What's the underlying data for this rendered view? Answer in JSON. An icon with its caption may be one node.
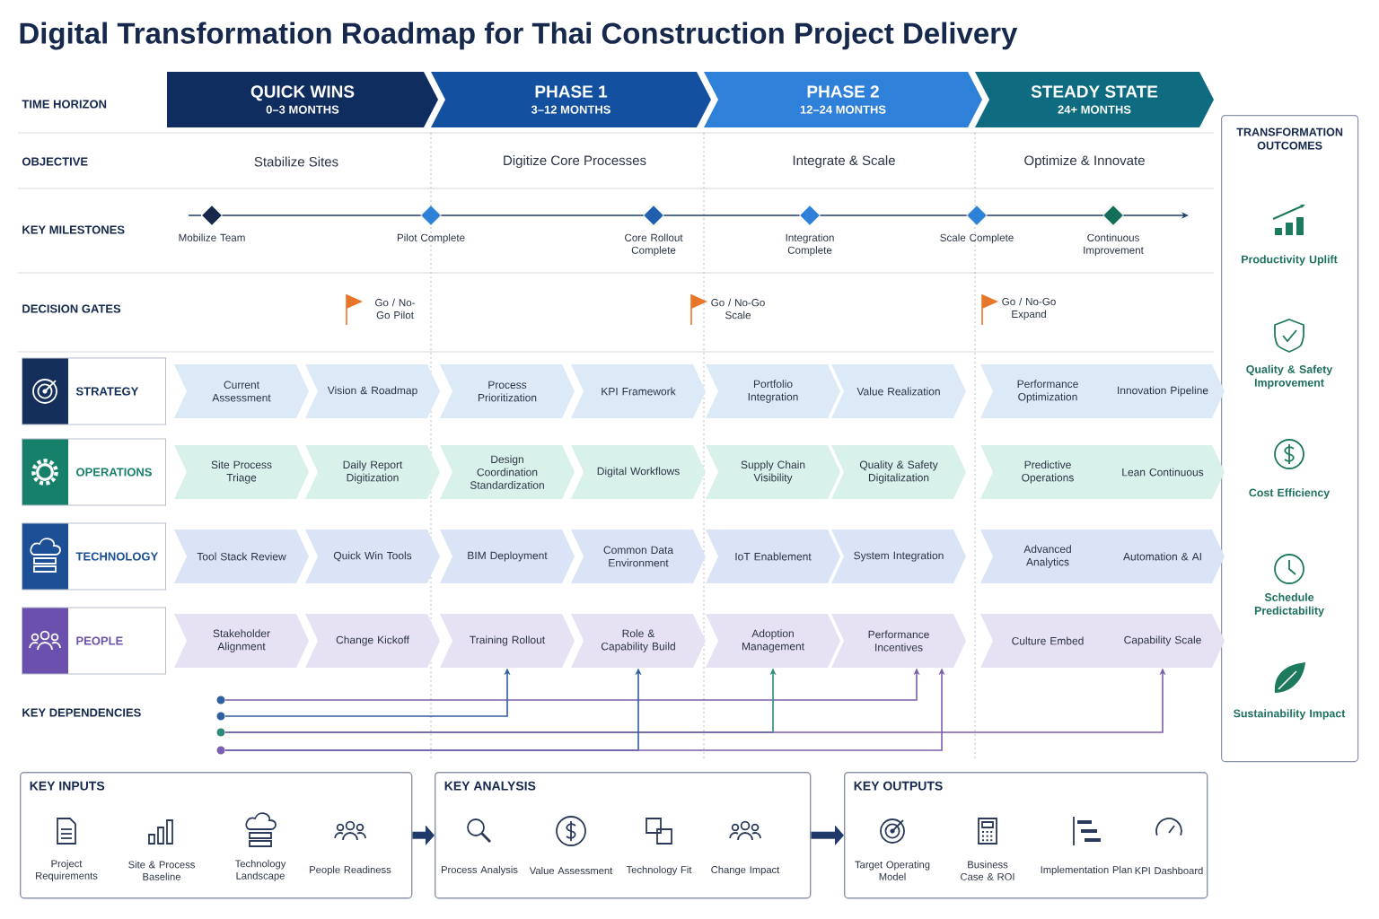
{
  "diagram": {
    "title": "Digital Transformation Roadmap for Thai Construction Project Delivery",
    "nodes": [
      {
        "text": [
          "QUICK WINS",
          "0–3 MONTHS"
        ]
      },
      {
        "text": [
          "PHASE 1",
          "3–12 MONTHS"
        ]
      },
      {
        "text": [
          "PHASE 2",
          "12–24 MONTHS"
        ]
      },
      {
        "text": [
          "STEADY STATE",
          "24+ MONTHS"
        ]
      },
      {
        "text": [],
        "shape": "diamond",
        "beside": [
          "Mobilize Team"
        ]
      },
      {
        "text": [],
        "shape": "diamond",
        "beside": [
          "Pilot Complete"
        ]
      },
      {
        "text": [],
        "shape": "diamond",
        "beside": [
          "Core Rollout Complete"
        ]
      },
      {
        "text": [],
        "shape": "diamond",
        "beside": [
          "Integration Complete"
        ]
      },
      {
        "text": [],
        "shape": "diamond",
        "beside": [
          "Scale Complete"
        ]
      },
      {
        "text": [],
        "shape": "diamond",
        "beside": [
          "Continuous Improvement"
        ]
      },
      {
        "text": [
          "TRANSFORMATION OUTCOMES"
        ]
      },
      {
        "text": [
          "STRATEGY"
        ]
      },
      {
        "text": [
          "Current Assessment"
        ]
      },
      {
        "text": [
          "Vision & Roadmap"
        ]
      },
      {
        "text": [
          "Process Prioritization"
        ]
      },
      {
        "text": [
          "KPI Framework"
        ]
      },
      {
        "text": [
          "Portfolio Integration"
        ]
      },
      {
        "text": [
          "Value Realization"
        ]
      },
      {
        "text": [
          "Performance Optimization"
        ]
      },
      {
        "text": [
          "Innovation Pipeline"
        ]
      },
      {
        "text": [
          "OPERATIONS"
        ]
      },
      {
        "text": [
          "Site Process Triage"
        ]
      },
      {
        "text": [
          "Daily Report Digitization"
        ]
      },
      {
        "text": [
          "Design Coordination Standardization"
        ]
      },
      {
        "text": [
          "Digital Workflows"
        ]
      },
      {
        "text": [
          "Supply Chain Visibility"
        ]
      },
      {
        "text": [
          "Quality & Safety Digitalization"
        ]
      },
      {
        "text": [
          "Predictive Operations"
        ]
      },
      {
        "text": [
          "Lean Continuous"
        ]
      },
      {
        "text": [
          "TECHNOLOGY"
        ]
      },
      {
        "text": [
          "Tool Stack Review"
        ]
      },
      {
        "text": [
          "Quick Win Tools"
        ]
      },
      {
        "text": [
          "BIM Deployment"
        ]
      },
      {
        "text": [
          "Common Data Environment"
        ]
      },
      {
        "text": [
          "IoT Enablement"
        ]
      },
      {
        "text": [
          "System Integration"
        ]
      },
      {
        "text": [
          "Advanced Analytics"
        ]
      },
      {
        "text": [
          "Automation & AI"
        ]
      },
      {
        "text": [
          "PEOPLE"
        ]
      },
      {
        "text": [
          "Stakeholder Alignment"
        ]
      },
      {
        "text": [
          "Change Kickoff"
        ]
      },
      {
        "text": [
          "Training Rollout"
        ]
      },
      {
        "text": [
          "Role & Capability Build"
        ]
      },
      {
        "text": [
          "Adoption Management"
        ]
      },
      {
        "text": [
          "Performance Incentives"
        ]
      },
      {
        "text": [
          "Culture Embed"
        ]
      },
      {
        "text": [
          "Capability Scale"
        ]
      },
      {
        "text": [],
        "shape": "circle"
      },
      {
        "text": [],
        "shape": "circle"
      },
      {
        "text": [],
        "shape": "circle"
      },
      {
        "text": [],
        "shape": "circle"
      },
      {
        "text": [
          "KEY INPUTS"
        ]
      },
      {
        "text": [
          "KEY ANALYSIS"
        ]
      },
      {
        "text": [
          "KEY OUTPUTS"
        ]
      }
    ],
    "edges": [
      {
        "from": 4,
        "to": 5,
        "arrow": "none"
      },
      {
        "from": 5,
        "to": 6,
        "arrow": "none"
      },
      {
        "from": 6,
        "to": 7,
        "arrow": "none"
      },
      {
        "from": 7,
        "to": 8,
        "arrow": "none"
      },
      {
        "from": 8,
        "to": 9,
        "arrow": "none"
      },
      {
        "from": 9,
        "to": null,
        "arrow": "to"
      },
      {
        "from": 47,
        "to": 44,
        "arrow": "to",
        "color": "#7b5fb0"
      },
      {
        "from": 48,
        "to": 41,
        "arrow": "to",
        "color": "#2f5f9f"
      },
      {
        "from": 49,
        "to": 43,
        "arrow": "to",
        "color": "#2e8b7a"
      },
      {
        "from": 49,
        "to": 46,
        "arrow": "to",
        "color": "#7b5fb0"
      },
      {
        "from": 50,
        "to": 42,
        "arrow": "to",
        "color": "#2f5f9f"
      },
      {
        "from": 50,
        "to": 44,
        "arrow": "to",
        "color": "#7b5fb0"
      },
      {
        "from": 51,
        "to": 52,
        "arrow": "to",
        "style": "thick"
      },
      {
        "from": 52,
        "to": 53,
        "arrow": "to",
        "style": "thick"
      }
    ],
    "labels": [
      "TIME HORIZON",
      "OBJECTIVE",
      "Stabilize Sites",
      "Digitize Core Processes",
      "Integrate & Scale",
      "Optimize & Innovate",
      "KEY MILESTONES",
      "DECISION GATES",
      "Go / No-Go Pilot",
      "Go / No-Go Scale",
      "Go / No-Go Expand",
      "KEY DEPENDENCIES",
      "Productivity Uplift",
      "Quality & Safety Improvement",
      "Cost Efficiency",
      "Schedule Predictability",
      "Sustainability Impact",
      "Project Requirements",
      "Site & Process Baseline",
      "Technology Landscape",
      "People Readiness",
      "Process Analysis",
      "Value Assessment",
      "Technology Fit",
      "Change Impact",
      "Target Operating Model",
      "Business Case & ROI",
      "Implementation Plan",
      "KPI Dashboard"
    ]
  }
}
